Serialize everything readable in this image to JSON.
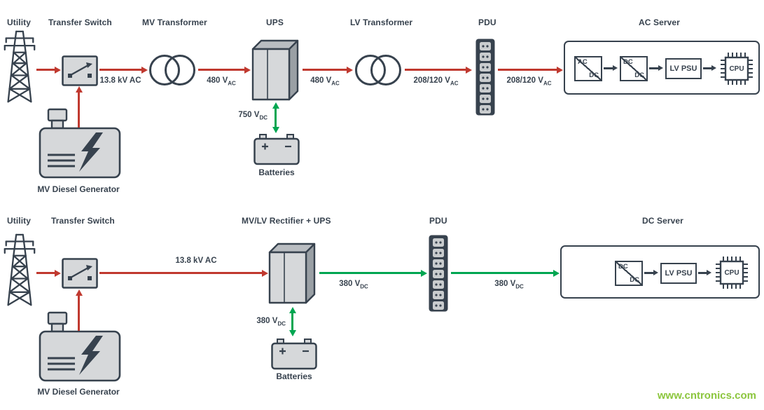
{
  "colors": {
    "ink": "#37424e",
    "red": "#c0392f",
    "green": "#00a651",
    "fill": "#d6d8da",
    "fillmid": "#b9bdc1",
    "filldark": "#9aa0a5",
    "mark": "#8cc63e",
    "outlet": "#c9ccce"
  },
  "watermark": "www.cntronics.com",
  "ac_row": {
    "headings": {
      "utility": "Utility",
      "transfer_switch": "Transfer Switch",
      "mv_transformer": "MV Transformer",
      "ups": "UPS",
      "lv_transformer": "LV Transformer",
      "pdu": "PDU",
      "server": "AC Server"
    },
    "labels": {
      "generator": "MV Diesel Generator",
      "batteries": "Batteries"
    },
    "voltages": {
      "switch_out": {
        "value": "13.8 kV AC"
      },
      "mv_out": {
        "value": "480 V",
        "sub": "AC"
      },
      "ups_out": {
        "value": "480 V",
        "sub": "AC"
      },
      "lv_out": {
        "value": "208/120 V",
        "sub": "AC"
      },
      "pdu_out": {
        "value": "208/120 V",
        "sub": "AC"
      },
      "battery": {
        "value": "750 V",
        "sub": "DC"
      }
    },
    "server": {
      "conv1": {
        "top": "AC",
        "bottom": "DC"
      },
      "conv2": {
        "top": "DC",
        "bottom": "DC"
      },
      "psu": "LV PSU",
      "cpu": "CPU"
    }
  },
  "dc_row": {
    "headings": {
      "utility": "Utility",
      "transfer_switch": "Transfer Switch",
      "rectifier": "MV/LV Rectifier + UPS",
      "pdu": "PDU",
      "server": "DC Server"
    },
    "labels": {
      "generator": "MV Diesel Generator",
      "batteries": "Batteries"
    },
    "voltages": {
      "switch_out": {
        "value": "13.8 kV AC"
      },
      "rect_out": {
        "value": "380 V",
        "sub": "DC"
      },
      "pdu_out": {
        "value": "380 V",
        "sub": "DC"
      },
      "battery": {
        "value": "380 V",
        "sub": "DC"
      }
    },
    "server": {
      "conv1": {
        "top": "DC",
        "bottom": "DC"
      },
      "psu": "LV PSU",
      "cpu": "CPU"
    }
  }
}
